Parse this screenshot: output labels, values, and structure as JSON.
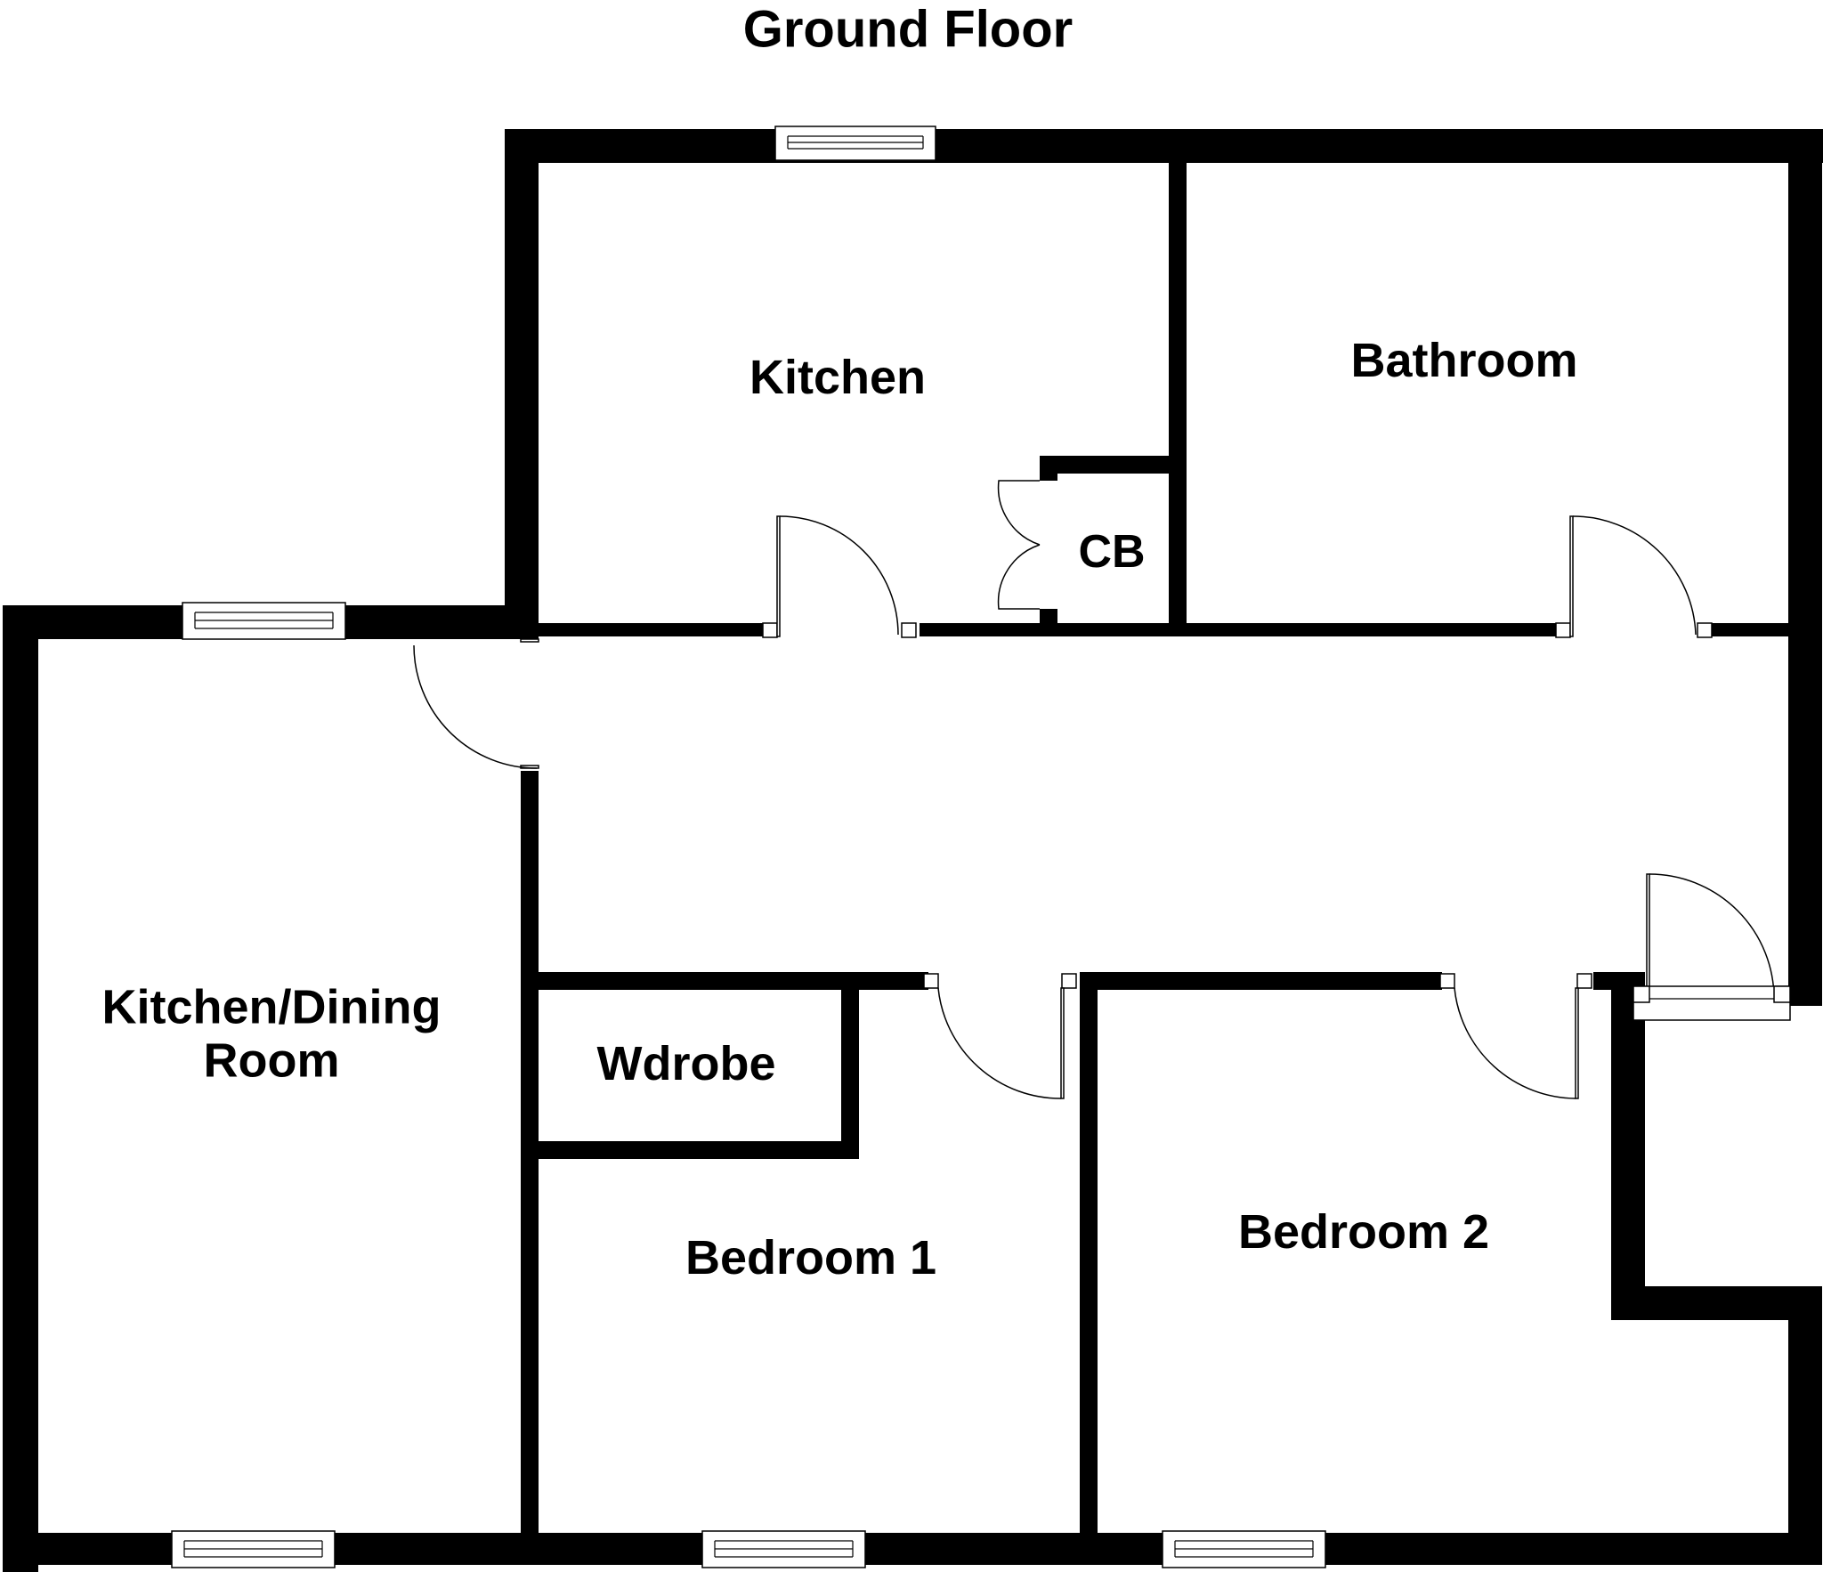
{
  "floor": {
    "title": "Ground Floor"
  },
  "rooms": {
    "kitchen": "Kitchen",
    "bathroom": "Bathroom",
    "cupboard": "CB",
    "kitchen_dining_line1": "Kitchen/Dining",
    "kitchen_dining_line2": "Room",
    "wardrobe": "Wdrobe",
    "bedroom1": "Bedroom 1",
    "bedroom2": "Bedroom 2"
  },
  "colors": {
    "wall": "#000000",
    "background": "#ffffff"
  }
}
